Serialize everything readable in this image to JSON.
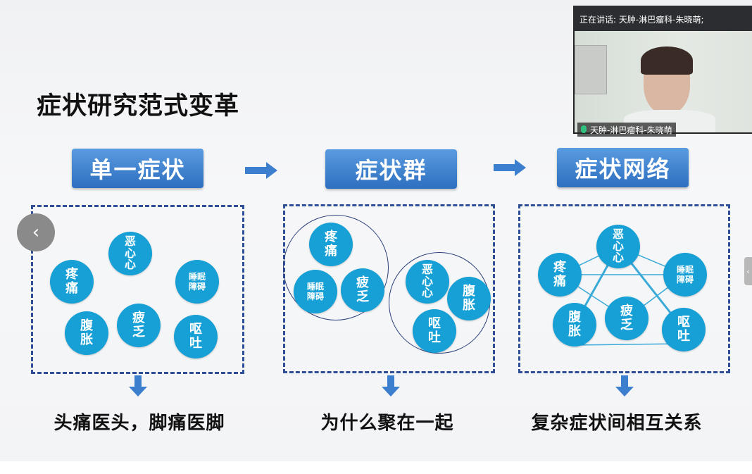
{
  "slide": {
    "title": "症状研究范式变革",
    "headers": [
      "单一症状",
      "症状群",
      "症状网络"
    ],
    "captions": [
      "头痛医头，脚痛医脚",
      "为什么聚在一起",
      "复杂症状间相互关系"
    ],
    "symptoms": {
      "nausea": "恶心\n心",
      "pain": "疼痛",
      "sleep": "睡眠障碍",
      "bloating": "腹胀",
      "fatigue": "疲乏",
      "vomit": "呕吐"
    },
    "accent": "#16a0d6",
    "header_color": "#3d7fcf",
    "dash_color": "#2e4f98"
  },
  "meeting": {
    "speaking_label": "正在讲话:  天肿-淋巴瘤科-朱晓萌;",
    "participant_name": "天肿-淋巴瘤科-朱晓萌",
    "prev_icon": "chevron-left-icon",
    "side_panel_icon": "chevron-left-icon"
  }
}
